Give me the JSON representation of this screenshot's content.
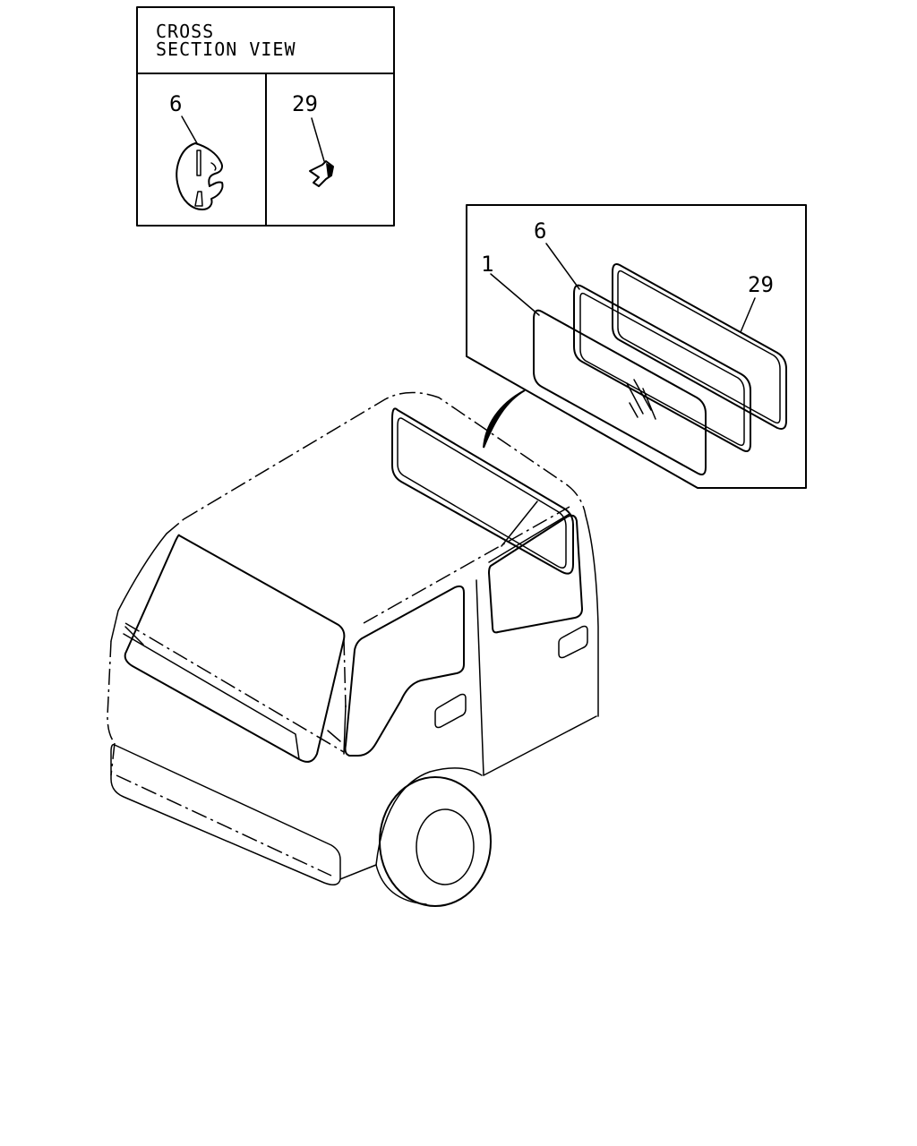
{
  "cross_section": {
    "title_line1": "CROSS",
    "title_line2": "SECTION VIEW",
    "left_part_number": "6",
    "right_part_number": "29"
  },
  "exploded_view": {
    "part_glass": "1",
    "part_weatherstrip": "6",
    "part_filler": "29"
  }
}
